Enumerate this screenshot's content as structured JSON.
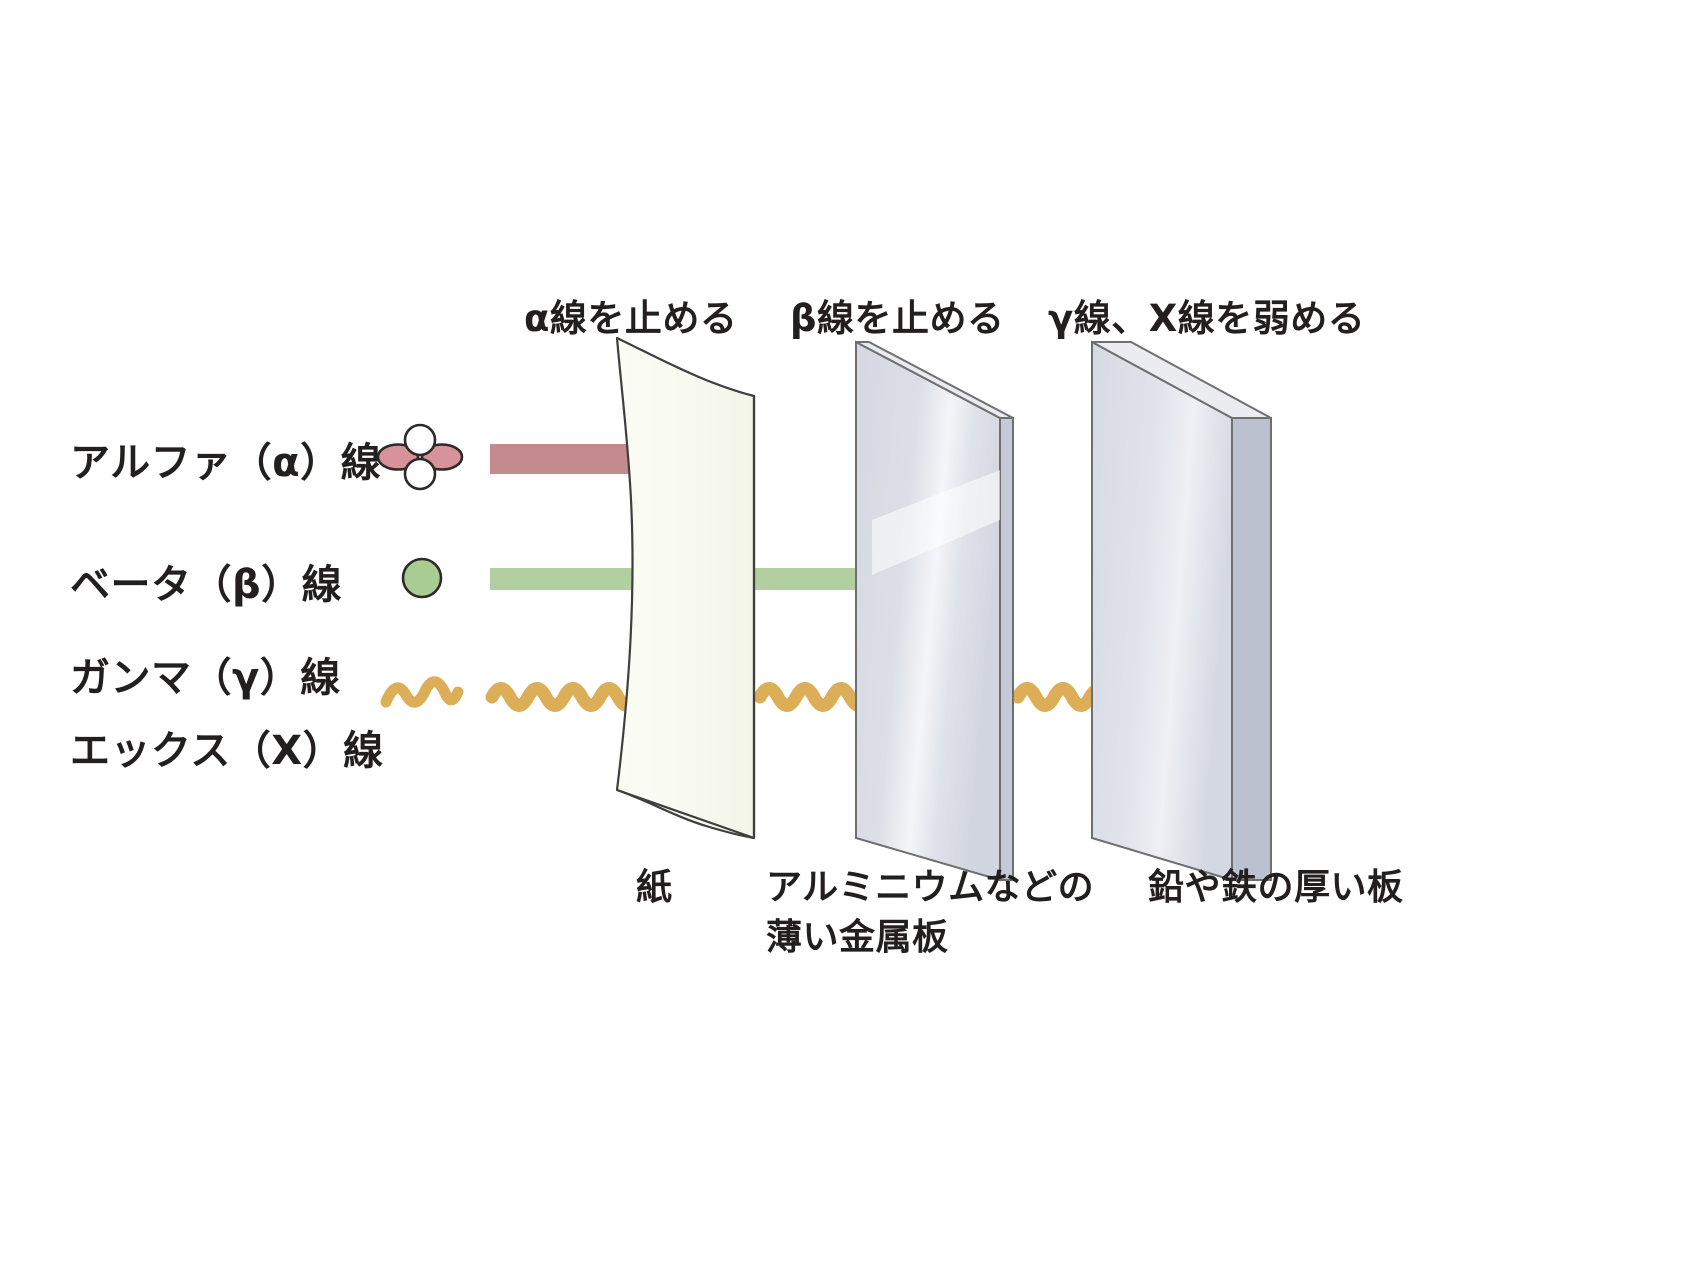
{
  "diagram": {
    "title_context": "radiation shielding diagram",
    "top_labels": [
      {
        "id": "alpha-stop",
        "text": "α線を止める"
      },
      {
        "id": "beta-stop",
        "text": "β線を止める"
      },
      {
        "id": "gamma-weaken",
        "text": "γ線、X線を弱める"
      }
    ],
    "ray_labels": [
      {
        "id": "alpha",
        "text": "アルファ（α）線",
        "icon": "alpha-particle-icon"
      },
      {
        "id": "beta",
        "text": "ベータ（β）線",
        "icon": "beta-particle-icon"
      },
      {
        "id": "gamma",
        "text": "ガンマ（γ）線",
        "icon": "gamma-wave-icon"
      },
      {
        "id": "xray",
        "text": "エックス（X）線",
        "icon": "none"
      }
    ],
    "material_labels": [
      {
        "id": "paper",
        "text": "紙"
      },
      {
        "id": "aluminum_line1",
        "text": "アルミニウムなどの"
      },
      {
        "id": "aluminum_line2",
        "text": "薄い金属板"
      },
      {
        "id": "lead",
        "text": "鉛や鉄の厚い板"
      }
    ],
    "colors": {
      "alpha_arrow": "#c48b8e",
      "alpha_particle_fill": "#d7929b",
      "beta_arrow": "#b2cfa2",
      "beta_particle_fill": "#a9cc93",
      "gamma_wave": "#dcae57",
      "paper_fill": "#f9faf1",
      "metal_fill": "#dcdfe7",
      "metal_edge": "#b4b8c6",
      "lead_fill": "#d8dbe4",
      "lead_edge": "#b9bdca",
      "outline": "#4a4a4a",
      "text": "#231f1e"
    }
  }
}
